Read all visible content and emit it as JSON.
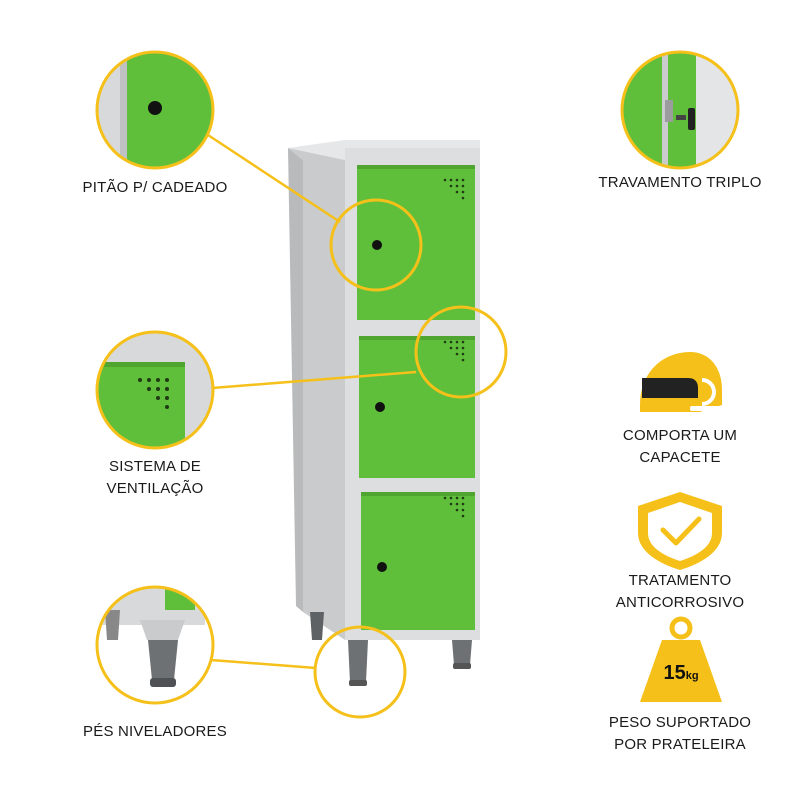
{
  "colors": {
    "accent_yellow": "#F5C01A",
    "door_green": "#5FBF3A",
    "door_green_dark": "#4FA530",
    "cabinet_gray": "#D9DBDC",
    "cabinet_gray_dark": "#C4C6C8",
    "leg_gray": "#6E7174",
    "text": "#1a1a1a"
  },
  "callouts": {
    "padlock": {
      "label": "PITÃO P/ CADEADO",
      "icon": "padlock-hasp-icon"
    },
    "triple_lock": {
      "label": "TRAVAMENTO TRIPLO",
      "icon": "triple-lock-icon"
    },
    "ventilation": {
      "line1": "SISTEMA DE",
      "line2": "VENTILAÇÃO",
      "icon": "ventilation-holes-icon"
    },
    "feet": {
      "label": "PÉS NIVELADORES",
      "icon": "leveling-foot-icon"
    }
  },
  "features": {
    "helmet": {
      "line1": "COMPORTA UM",
      "line2": "CAPACETE",
      "icon": "helmet-icon"
    },
    "anticorrosive": {
      "line1": "TRATAMENTO",
      "line2": "ANTICORROSIVO",
      "icon": "shield-check-icon"
    },
    "weight": {
      "value": "15",
      "unit": "kg",
      "line1": "PESO SUPORTADO",
      "line2": "POR PRATELEIRA",
      "icon": "weight-icon"
    }
  }
}
